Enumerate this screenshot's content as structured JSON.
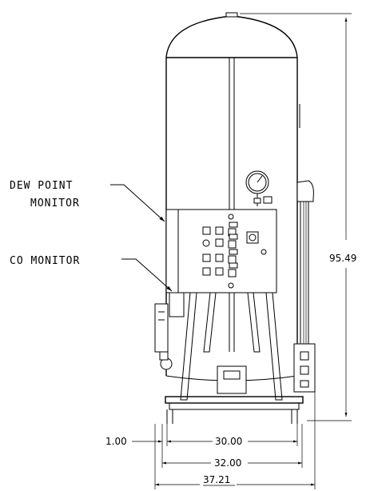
{
  "callouts": {
    "dew_point_line1": "DEW POINT",
    "dew_point_line2": "MONITOR",
    "co_monitor": "CO MONITOR"
  },
  "dimensions": {
    "height": "95.49",
    "offset": "1.00",
    "inner_width": "30.00",
    "base_width": "32.00",
    "overall_width": "37.21"
  }
}
